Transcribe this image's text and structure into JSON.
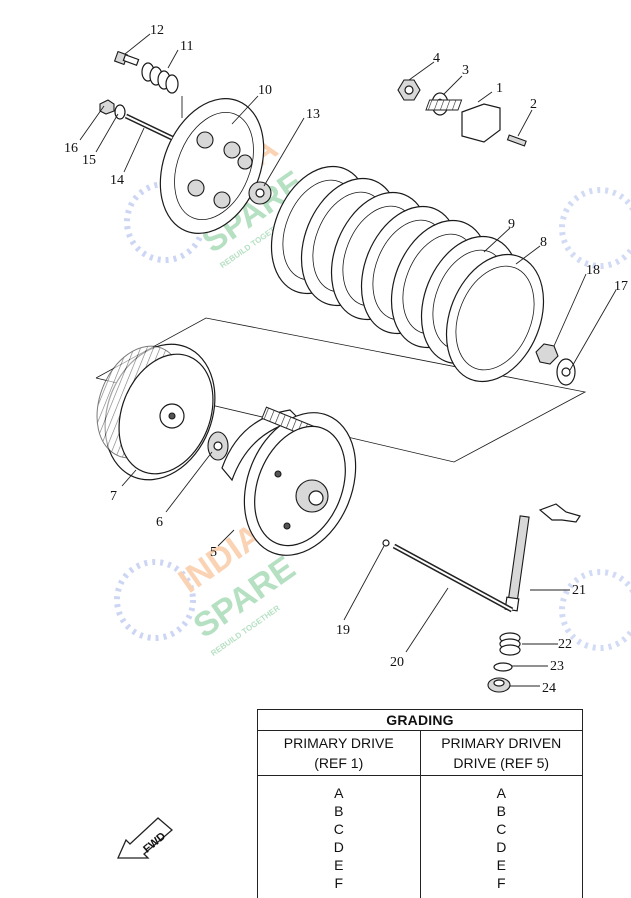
{
  "callouts": [
    "1",
    "2",
    "3",
    "4",
    "5",
    "6",
    "7",
    "8",
    "9",
    "10",
    "11",
    "12",
    "13",
    "14",
    "15",
    "16",
    "17",
    "18",
    "19",
    "20",
    "21",
    "22",
    "23",
    "24"
  ],
  "watermark": {
    "line1": "INDIA",
    "line2": "SPARE",
    "tagline": "REBUILD TOGETHER",
    "color_orange": "#f5a05a",
    "color_green": "#5dbb7a",
    "color_blue": "#8fa4e6"
  },
  "grading": {
    "title": "GRADING",
    "col1_header_line1": "PRIMARY DRIVE",
    "col1_header_line2": "(REF 1)",
    "col2_header_line1": "PRIMARY DRIVEN",
    "col2_header_line2": "DRIVE (REF 5)",
    "col1_grades": [
      "A",
      "B",
      "C",
      "D",
      "E",
      "F"
    ],
    "col2_grades": [
      "A",
      "B",
      "C",
      "D",
      "E",
      "F"
    ]
  },
  "fwd_label": "FWD"
}
